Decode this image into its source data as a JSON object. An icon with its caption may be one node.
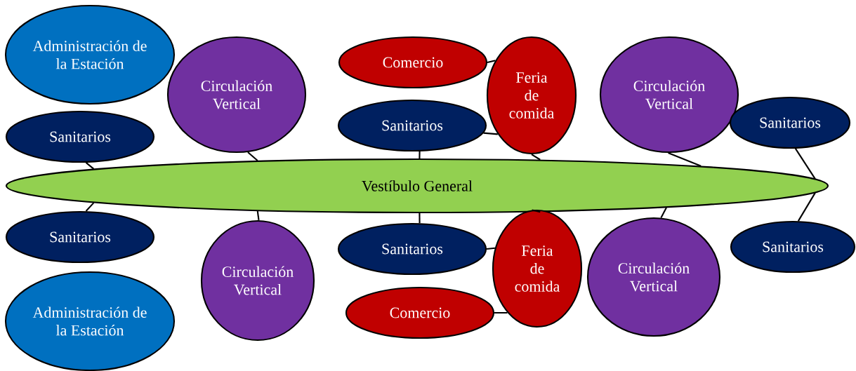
{
  "diagram": {
    "nodes": [
      {
        "text": [
          "Administración de la Estación"
        ]
      },
      {
        "text": [
          "Circulación Vertical"
        ]
      },
      {
        "text": [
          "Comercio"
        ]
      },
      {
        "text": [
          "Feria de comida"
        ]
      },
      {
        "text": [
          "Sanitarios"
        ]
      },
      {
        "text": [
          "Sanitarios"
        ]
      },
      {
        "text": [
          "Circulación Vertical"
        ]
      },
      {
        "text": [
          "Sanitarios"
        ]
      },
      {
        "text": [
          "Vestíbulo General"
        ]
      },
      {
        "text": [
          "Sanitarios"
        ]
      },
      {
        "text": [
          "Sanitarios"
        ]
      },
      {
        "text": [
          "Feria de comida"
        ]
      },
      {
        "text": [
          "Circulación Vertical"
        ]
      },
      {
        "text": [
          "Circulación Vertical"
        ]
      },
      {
        "text": [
          "Sanitarios"
        ]
      },
      {
        "text": [
          "Comercio"
        ]
      },
      {
        "text": [
          "Administración de la Estación"
        ]
      }
    ],
    "edges": [
      {
        "from": 4,
        "to": 8,
        "arrow": "none"
      },
      {
        "from": 1,
        "to": 8,
        "arrow": "none"
      },
      {
        "from": 5,
        "to": 8,
        "arrow": "none"
      },
      {
        "from": 3,
        "to": 8,
        "arrow": "none"
      },
      {
        "from": 2,
        "to": 3,
        "arrow": "none"
      },
      {
        "from": 5,
        "to": 3,
        "arrow": "none"
      },
      {
        "from": 6,
        "to": 8,
        "arrow": "none"
      },
      {
        "from": 7,
        "to": 8,
        "arrow": "none"
      },
      {
        "from": 9,
        "to": 8,
        "arrow": "none"
      },
      {
        "from": 12,
        "to": 8,
        "arrow": "none"
      },
      {
        "from": 10,
        "to": 8,
        "arrow": "none"
      },
      {
        "from": 11,
        "to": 8,
        "arrow": "none"
      },
      {
        "from": 10,
        "to": 11,
        "arrow": "none"
      },
      {
        "from": 15,
        "to": 11,
        "arrow": "none"
      },
      {
        "from": 13,
        "to": 8,
        "arrow": "none"
      },
      {
        "from": 14,
        "to": 8,
        "arrow": "none"
      }
    ]
  }
}
